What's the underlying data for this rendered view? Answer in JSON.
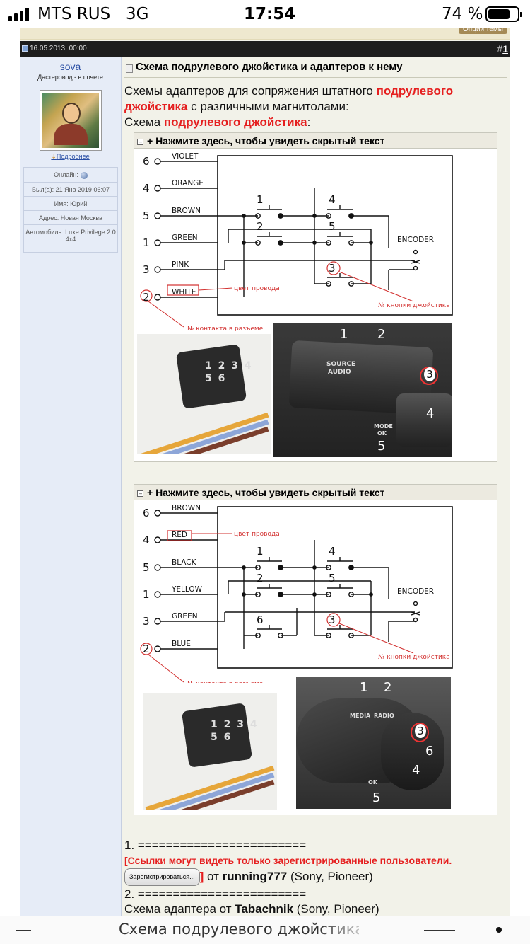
{
  "statusbar": {
    "carrier": "MTS RUS",
    "network": "3G",
    "time": "17:54",
    "battery": "74 %"
  },
  "forum": {
    "options_label": "Опции темы",
    "post_date": "16.05.2013, 00:00",
    "post_number_prefix": "#",
    "post_number": "1",
    "user": {
      "name": "sova",
      "rank": "Дастеровод - в почете",
      "more_link": "Подробнее",
      "online_label": "Онлайн:",
      "last_seen": "Был(а): 21 Янв 2019 06:07",
      "real_name": "Имя: Юрий",
      "address": "Адрес: Новая Москва",
      "car": "Автомобиль: Luxe Privilege 2.0 4x4"
    },
    "post": {
      "title": "Схема подрулевого джойстика и адаптеров к нему",
      "intro_1": "Схемы адаптеров для сопряжения штатного ",
      "intro_red_1": "подрулевого джойстика",
      "intro_2": " с различными магнитолами:",
      "scheme_label": "Схема ",
      "scheme_red": "подрулевого джойстика",
      "scheme_colon": ":",
      "spoiler_label": "+ Нажмите здесь, чтобы увидеть скрытый текст",
      "list_1_prefix": "1. ========================",
      "links_warning": "[Ссылки могут видеть только зарегистрированные пользователи.",
      "register_button": "Зарегистрироваться...",
      "links_close": "]",
      "from_1": " от ",
      "author_1": "running777",
      "brands_1": " (Sony, Pioneer)",
      "list_2_prefix": "2. ========================",
      "scheme_from": "Схема адаптера от ",
      "author_2": "Tabachnik",
      "brands_2": " (Sony, Pioneer)"
    }
  },
  "diagram1": {
    "pins": [
      "6",
      "4",
      "5",
      "1",
      "3",
      "2"
    ],
    "wires": [
      "VIOLET",
      "ORANGE",
      "BROWN",
      "GREEN",
      "PINK",
      "WHITE"
    ],
    "button_nums": [
      "1",
      "4",
      "2",
      "5",
      "3"
    ],
    "encoder": "ENCODER",
    "wire_color_note": "цвет провода",
    "button_note": "№ кнопки джойстика",
    "contact_note": "№ контакта в разъеме",
    "connector_pins_top": "1 2 3 4",
    "connector_pins_bottom": "5 6",
    "joystick": {
      "n1": "1",
      "n2": "2",
      "n3": "3",
      "n4": "4",
      "n5": "5",
      "source": "SOURCE",
      "audio": "AUDIO",
      "mode": "MODE",
      "ok": "OK"
    }
  },
  "diagram2": {
    "pins": [
      "6",
      "4",
      "5",
      "1",
      "3",
      "2"
    ],
    "wires": [
      "BROWN",
      "RED",
      "BLACK",
      "YELLOW",
      "GREEN",
      "BLUE"
    ],
    "button_nums": [
      "1",
      "4",
      "2",
      "5",
      "6",
      "3"
    ],
    "encoder": "ENCODER",
    "wire_color_note": "цвет провода",
    "button_note": "№ кнопки джойстика",
    "contact_note": "№ контакта в разъеме",
    "connector_pins_top": "1 2 3 4",
    "connector_pins_bottom": "5 6",
    "joystick": {
      "n1": "1",
      "n2": "2",
      "n3": "3",
      "n4": "4",
      "n5": "5",
      "n6": "6",
      "media": "MEDIA",
      "radio": "RADIO",
      "ok": "OK"
    }
  },
  "bottombar": {
    "title": "Схема подрулевого джойстика и адаптеров к нему"
  },
  "colors": {
    "accent_red": "#e51f1f",
    "link_blue": "#2a4fa5",
    "page_bg": "#f2f2e9",
    "sidebar_bg": "#e6ecf7"
  }
}
